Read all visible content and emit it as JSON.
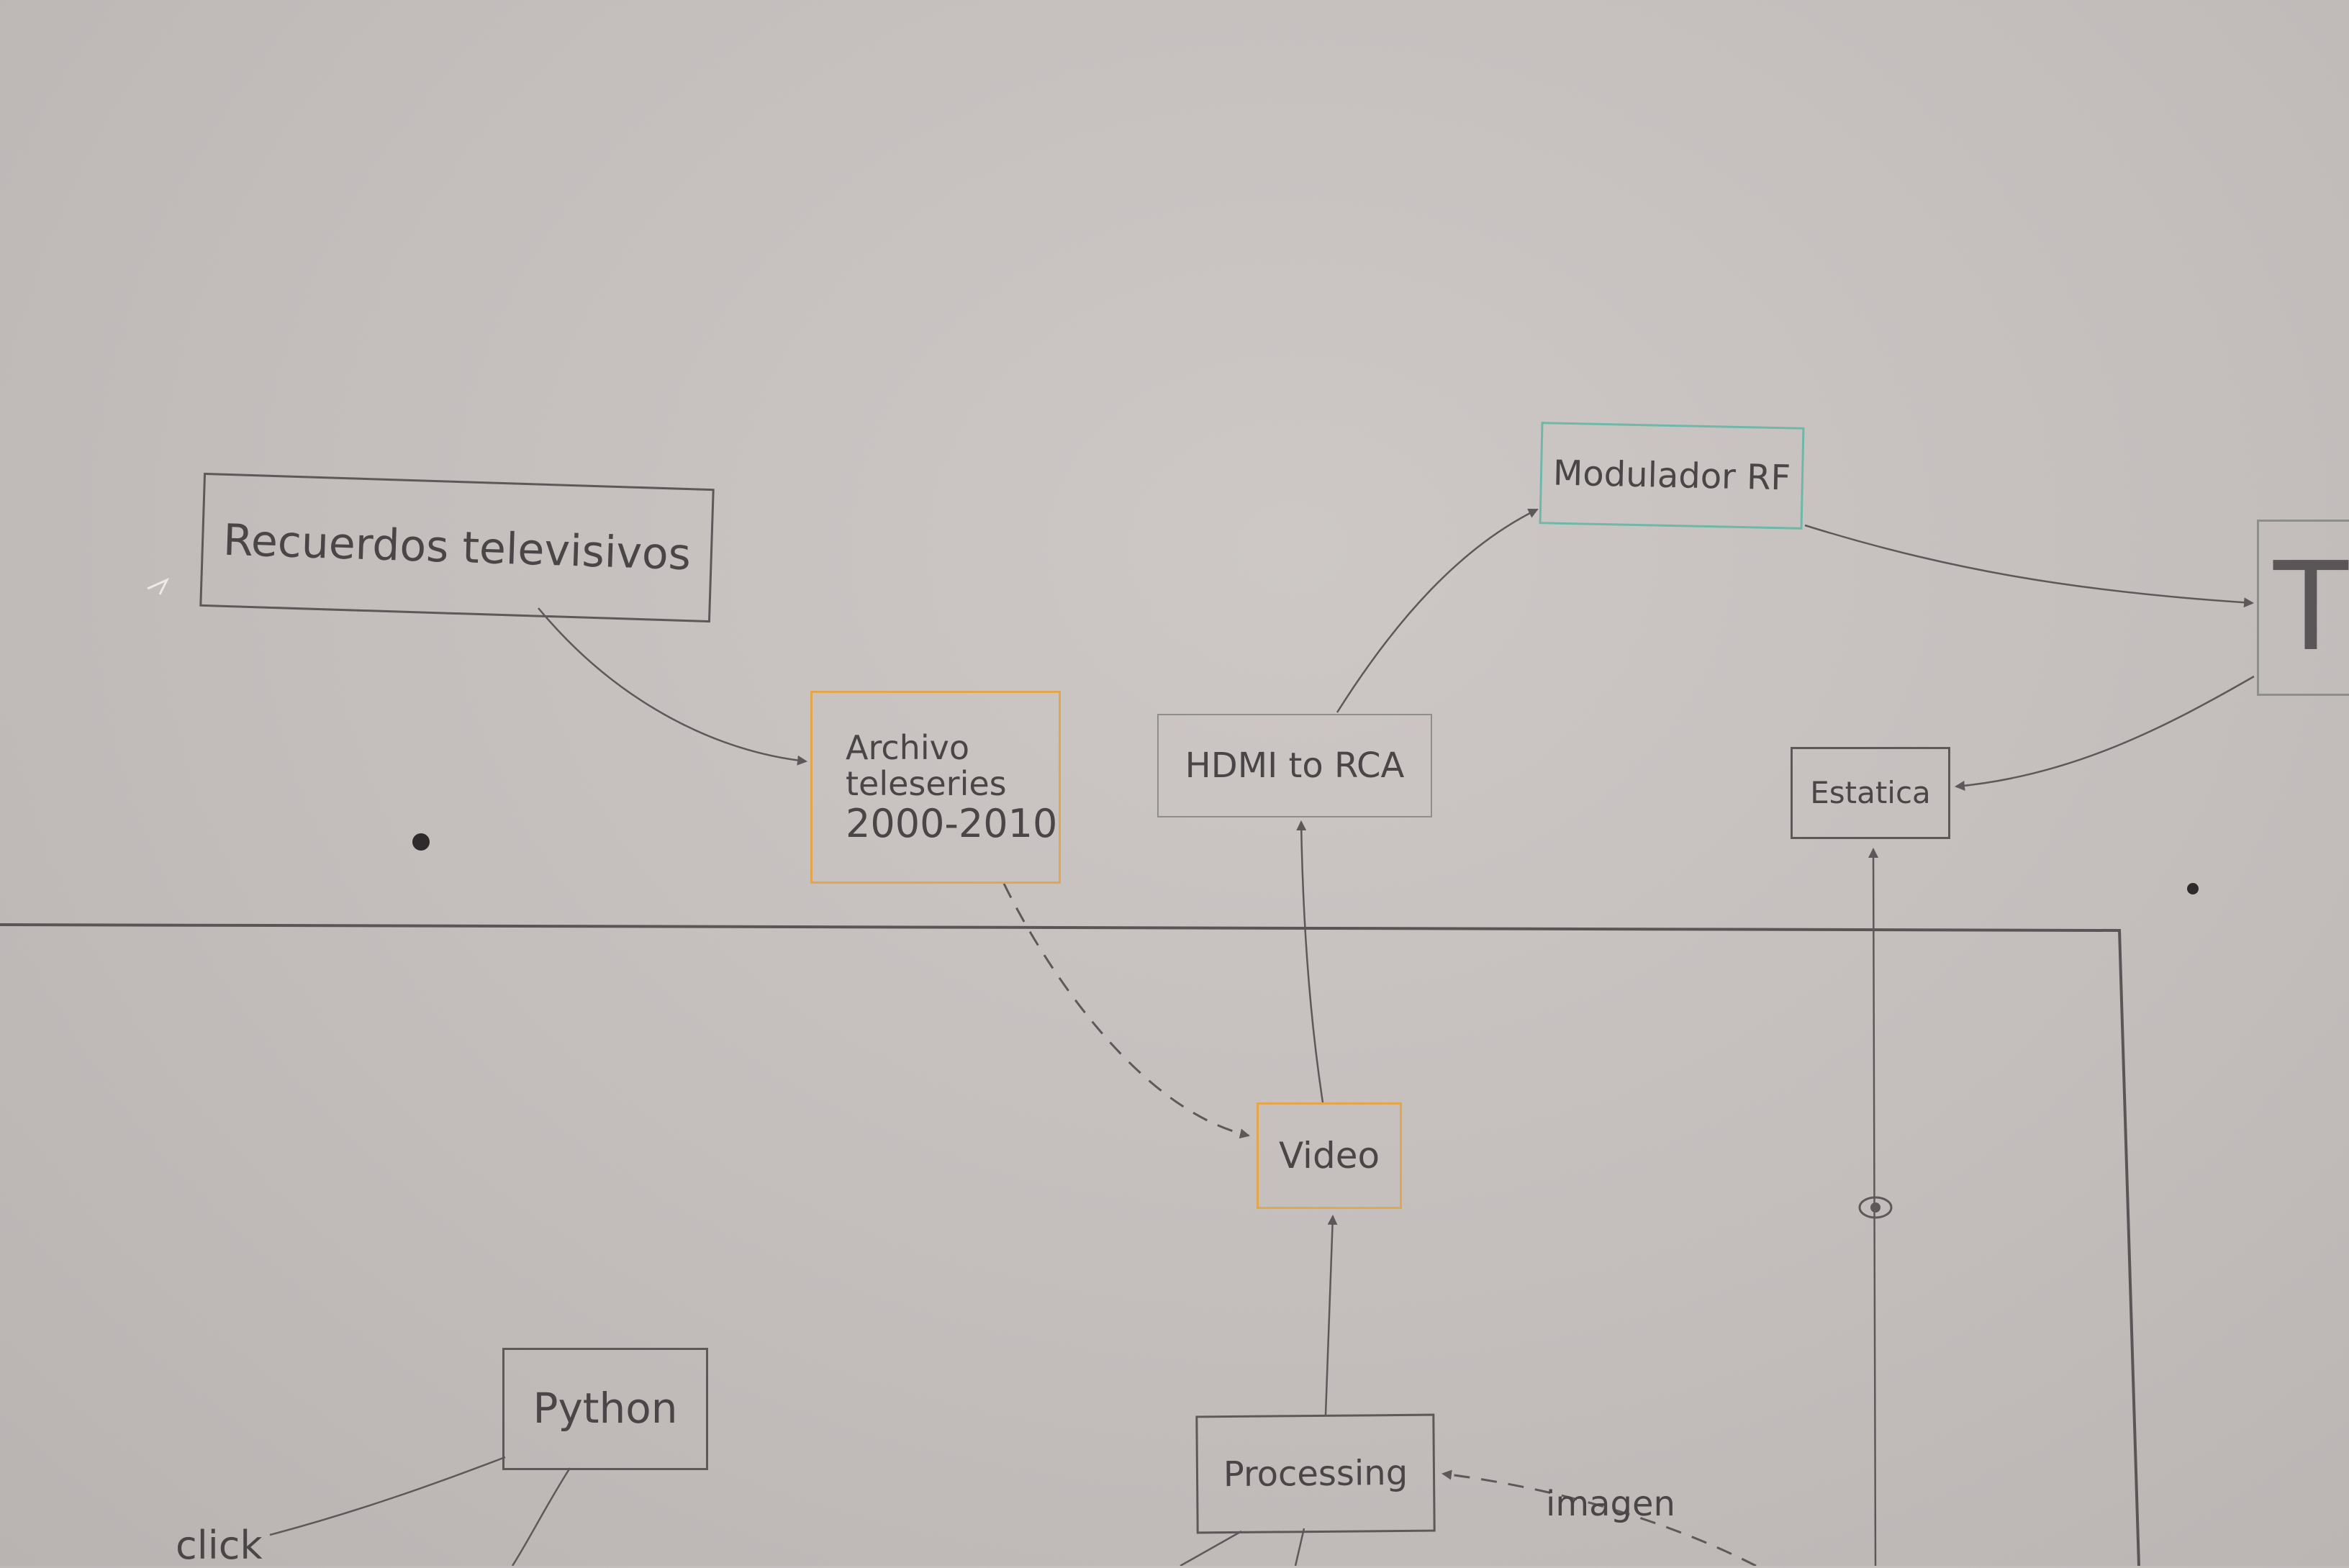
{
  "nodes": {
    "recuerdos": "Recuerdos televisivos",
    "archivo_line1": "Archivo",
    "archivo_line2": "teleseries",
    "archivo_line3": "2000-2010",
    "hdmi": "HDMI to RCA",
    "modulador": "Modulador RF",
    "tv": "TV",
    "estatica": "Estatica",
    "video": "Video",
    "python": "Python",
    "processing": "Processing"
  },
  "edge_labels": {
    "imagen": "imagen",
    "click": "click"
  },
  "colors": {
    "pencil": "#5d595a",
    "orange": "#e3a64a",
    "teal": "#6fb8a8",
    "paper": "#c7c1c0"
  },
  "icons": {
    "sensor": "eye-icon"
  }
}
